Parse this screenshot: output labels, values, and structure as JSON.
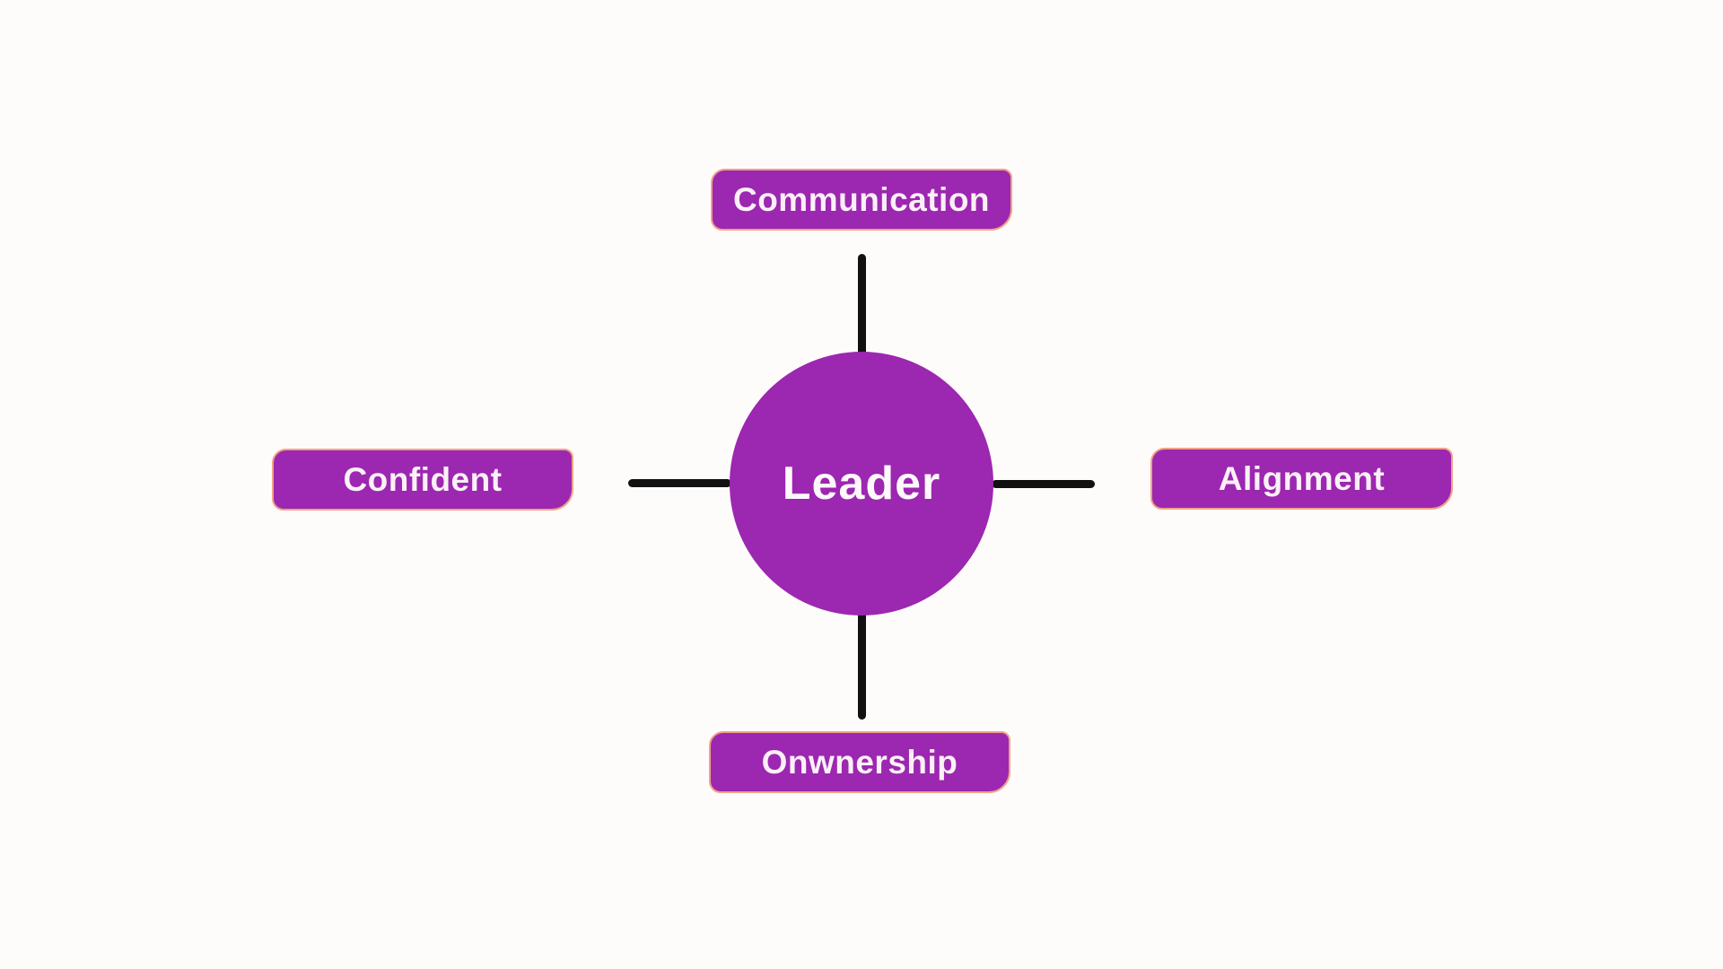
{
  "diagram": {
    "center": {
      "label": "Leader"
    },
    "nodes": [
      {
        "position": "top",
        "label": "Communication"
      },
      {
        "position": "right",
        "label": "Alignment"
      },
      {
        "position": "bottom",
        "label": "Onwnership"
      },
      {
        "position": "left",
        "label": "Confident"
      }
    ],
    "colors": {
      "background": "#FDFCFB",
      "node_fill": "#9C27B0",
      "node_border": "#F0A288",
      "node_text": "#FBF0F7",
      "center_fill": "#9C27B0",
      "center_text": "#FDF8FB",
      "connector": "#111111"
    }
  }
}
